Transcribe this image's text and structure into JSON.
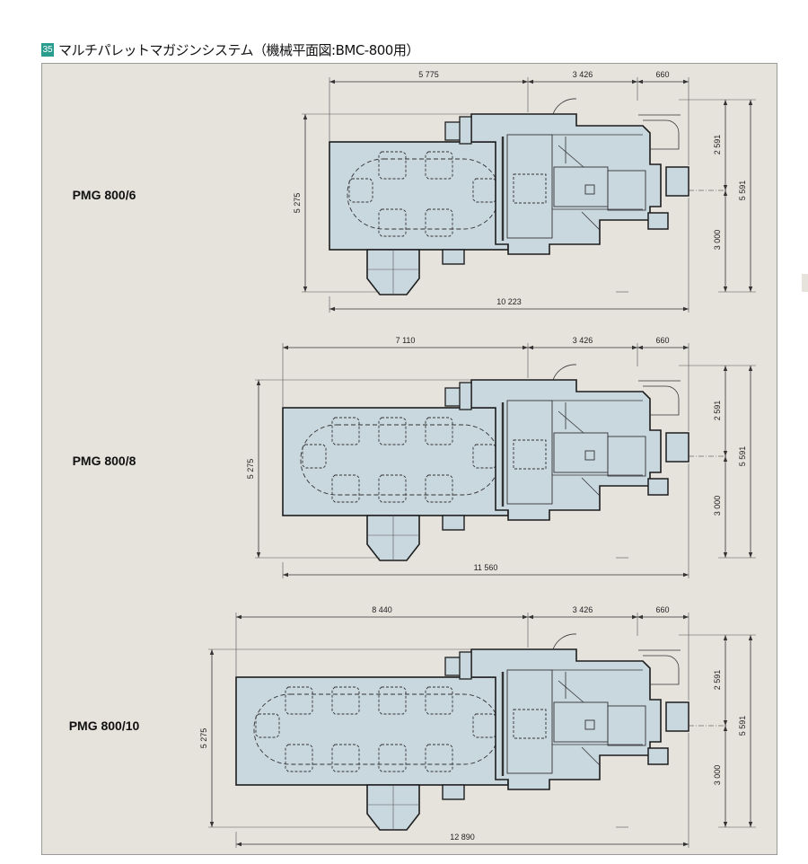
{
  "figure": {
    "number": "35",
    "title": "マルチパレットマガジンシステム（機械平面図:BMC-800用）"
  },
  "colors": {
    "panel_background": "#e6e3dd",
    "machine_fill": "#c9d7df",
    "outline": "#1d1d1d",
    "badge": "#2a9d8f"
  },
  "layouts": [
    {
      "model": "PMG 800/6",
      "pallets_per_row": 2,
      "dimensions": {
        "magazine_length": "5 775",
        "machine_length": "3 426",
        "clearance": "660",
        "overall_length": "10 223",
        "magazine_depth": "5 275",
        "upper_depth": "2 591",
        "lower_depth": "3 000",
        "overall_depth": "5 591"
      }
    },
    {
      "model": "PMG 800/8",
      "pallets_per_row": 3,
      "dimensions": {
        "magazine_length": "7 110",
        "machine_length": "3 426",
        "clearance": "660",
        "overall_length": "11 560",
        "magazine_depth": "5 275",
        "upper_depth": "2 591",
        "lower_depth": "3 000",
        "overall_depth": "5 591"
      }
    },
    {
      "model": "PMG 800/10",
      "pallets_per_row": 4,
      "dimensions": {
        "magazine_length": "8 440",
        "machine_length": "3 426",
        "clearance": "660",
        "overall_length": "12 890",
        "magazine_depth": "5 275",
        "upper_depth": "2 591",
        "lower_depth": "3 000",
        "overall_depth": "5 591"
      }
    }
  ]
}
